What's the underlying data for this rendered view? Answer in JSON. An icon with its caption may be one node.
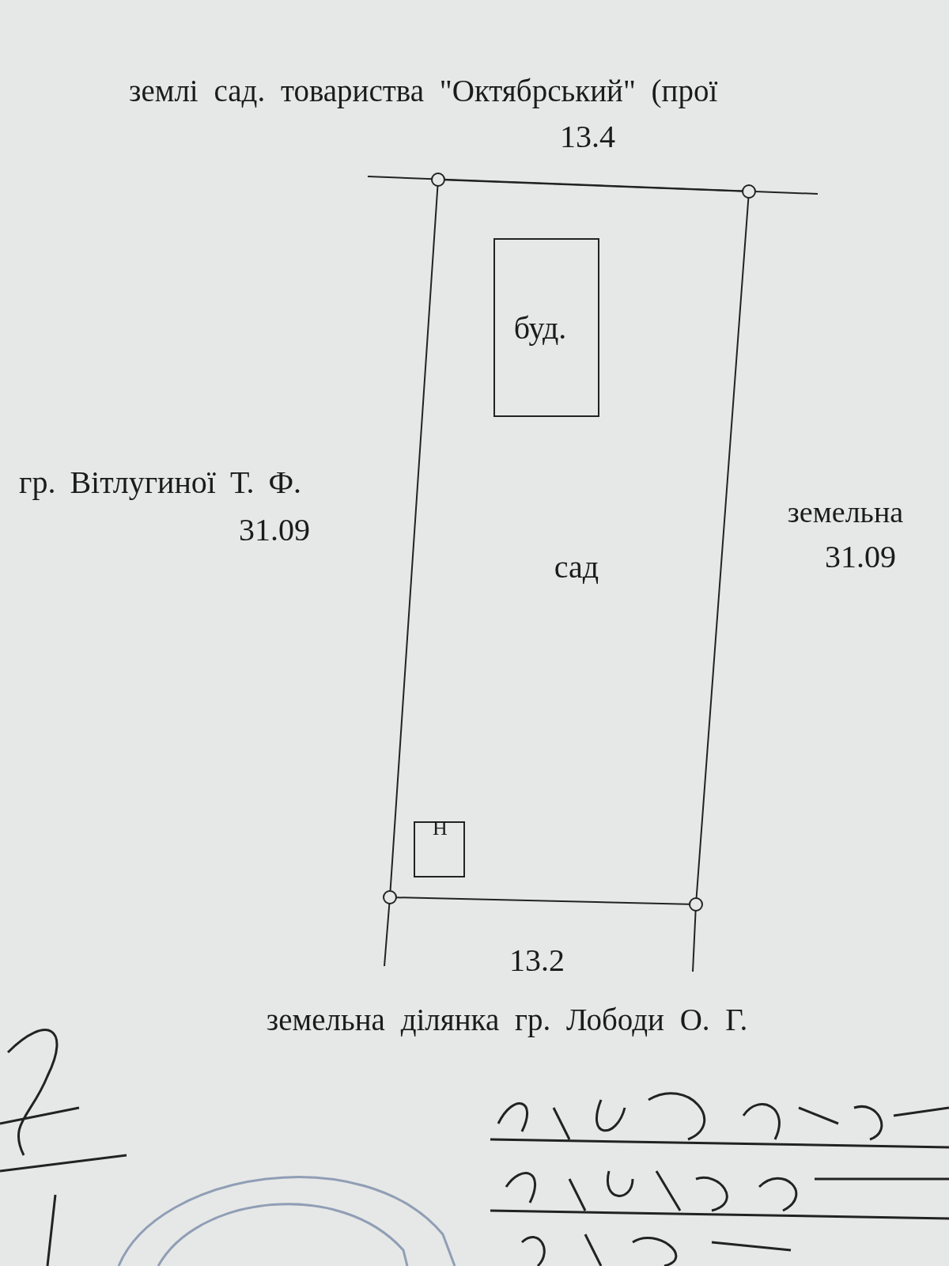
{
  "diagram": {
    "nodes": [
      {
        "text": [
          "сад"
        ]
      },
      {
        "text": [
          "буд."
        ],
        "in": 0
      },
      {
        "text": [
          "Н"
        ],
        "in": 0
      }
    ],
    "labels": [
      "землі сад. товариства \"Октябрський\" (прої",
      "13.4",
      "гр. Вітлугиної Т. Ф.",
      "31.09",
      "земельна",
      "31.09",
      "13.2",
      "земельна ділянка гр. Лободи О. Г."
    ]
  }
}
